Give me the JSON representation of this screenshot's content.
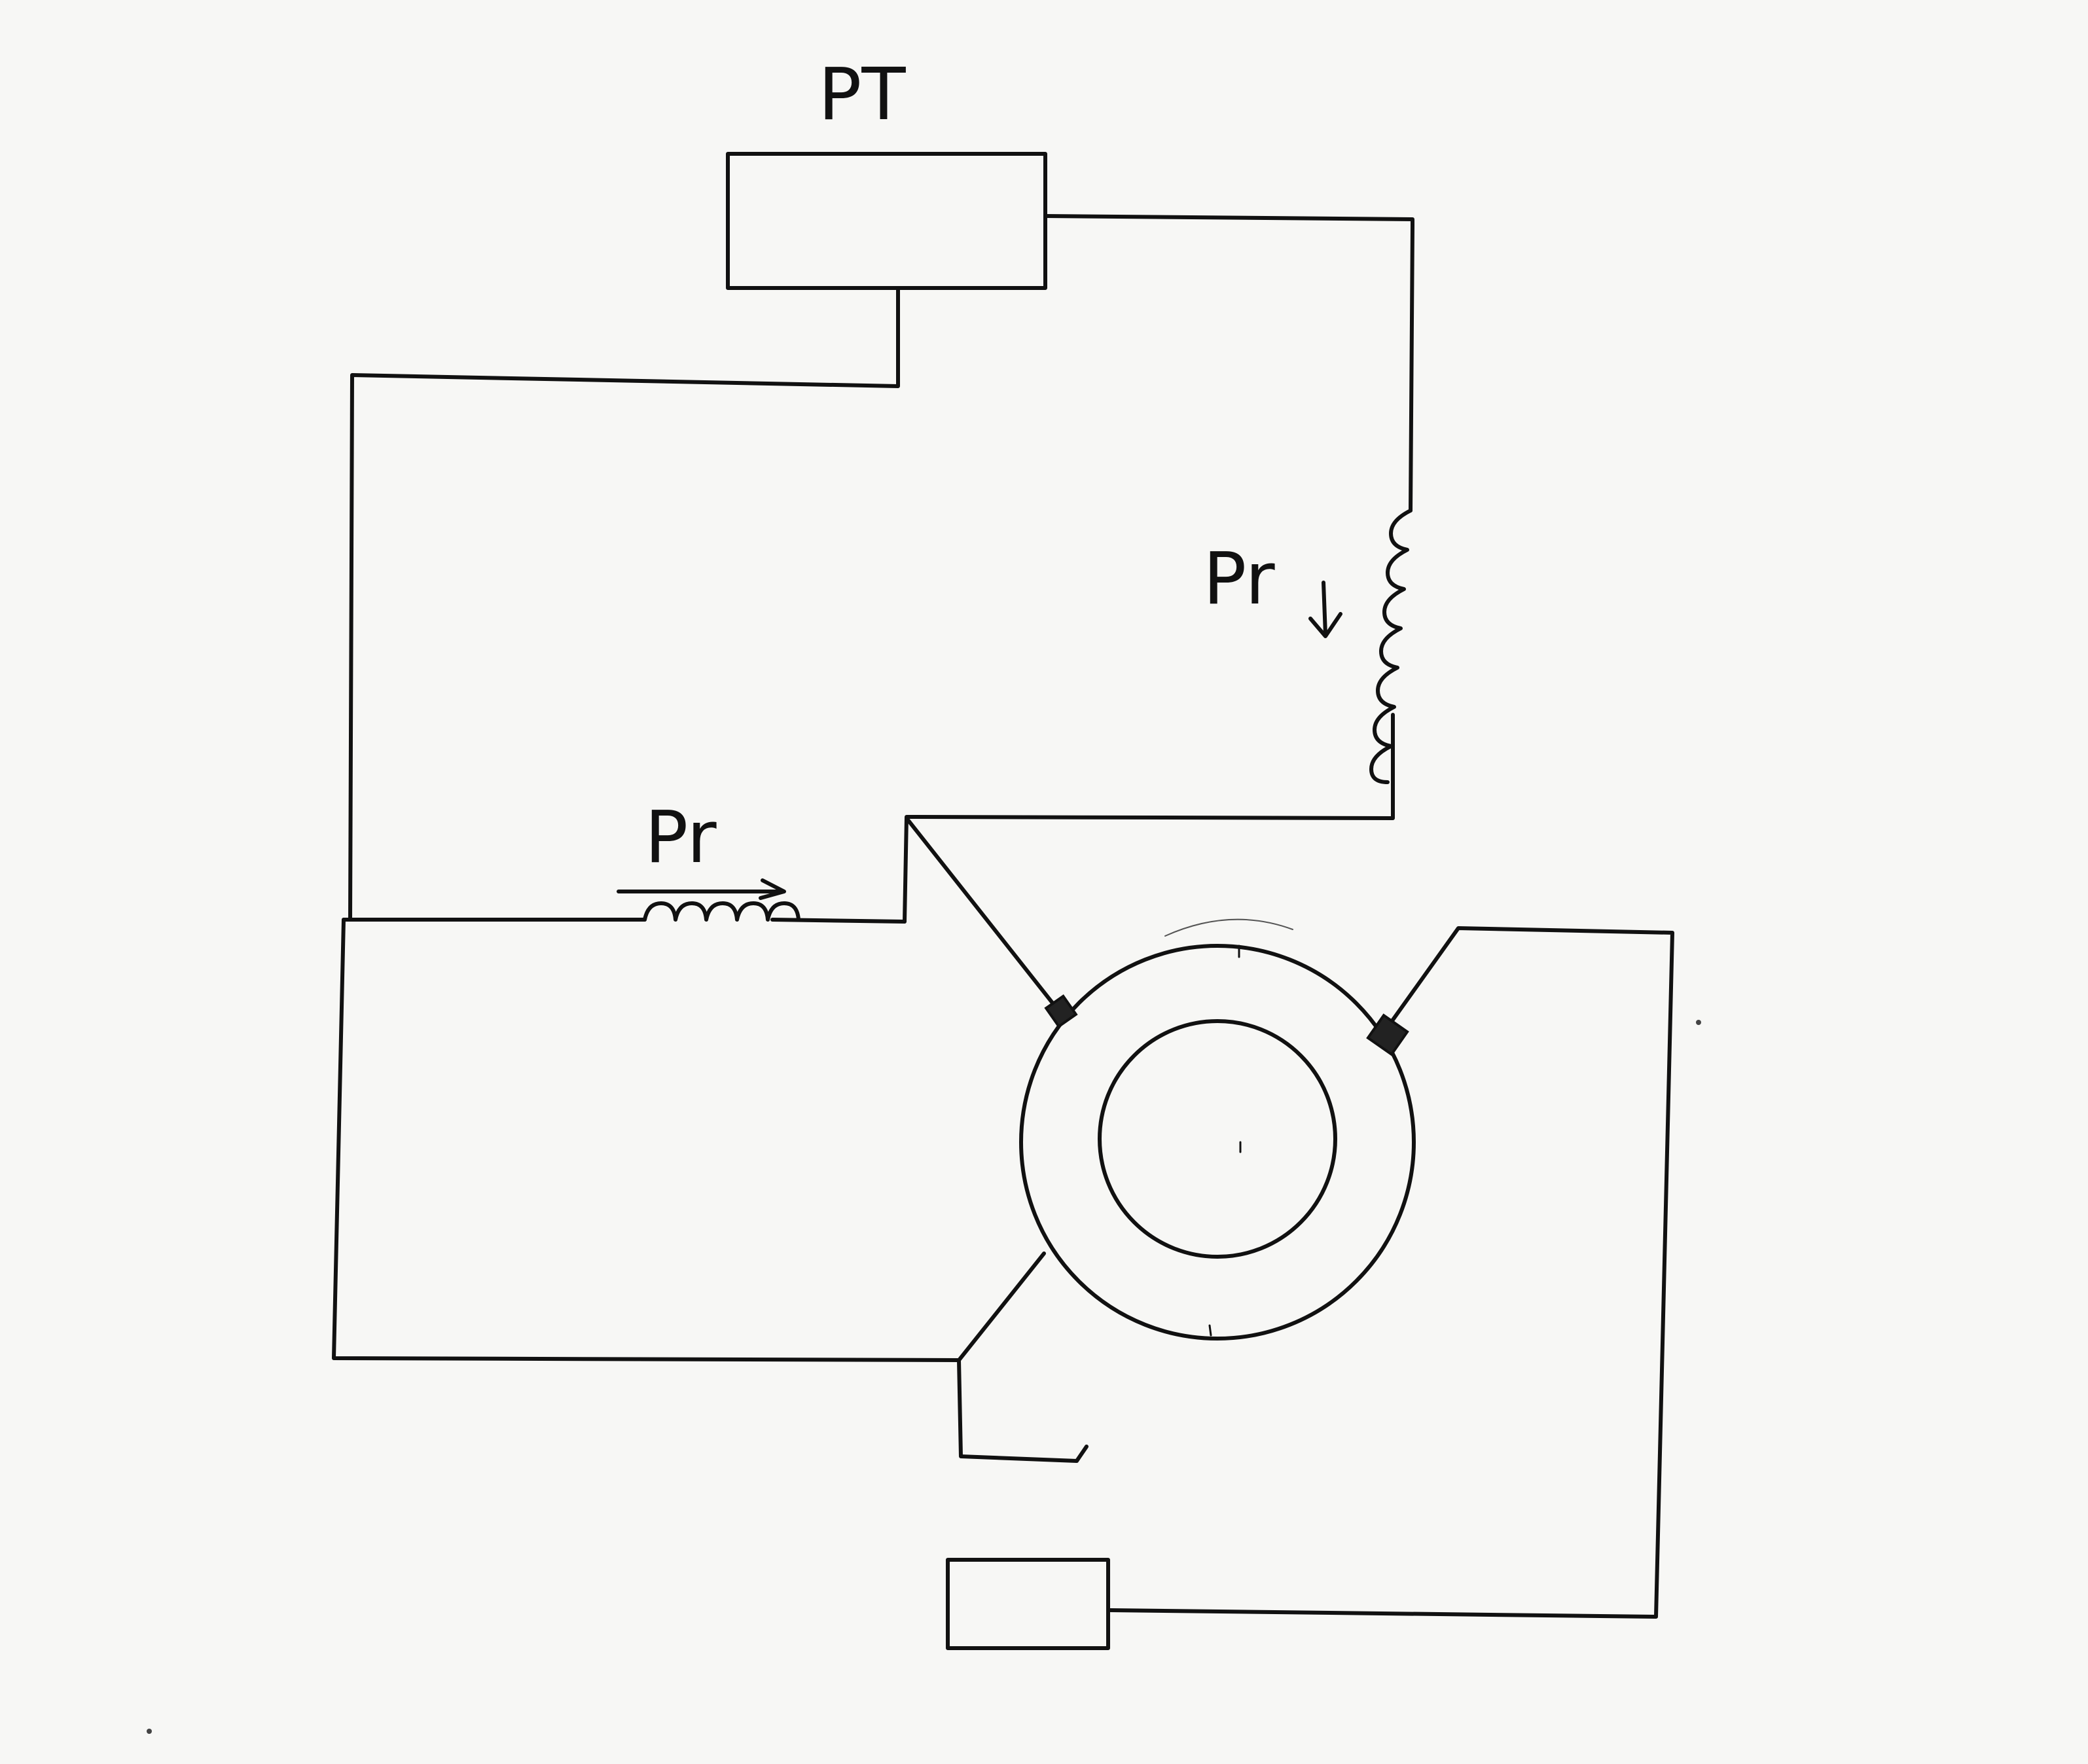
{
  "diagram": {
    "labels": {
      "pt": "PT",
      "pr_vertical": "Pr",
      "pr_horizontal": "Pr"
    },
    "colors": {
      "ink": "#111111",
      "paper": "#f7f7f5"
    }
  }
}
